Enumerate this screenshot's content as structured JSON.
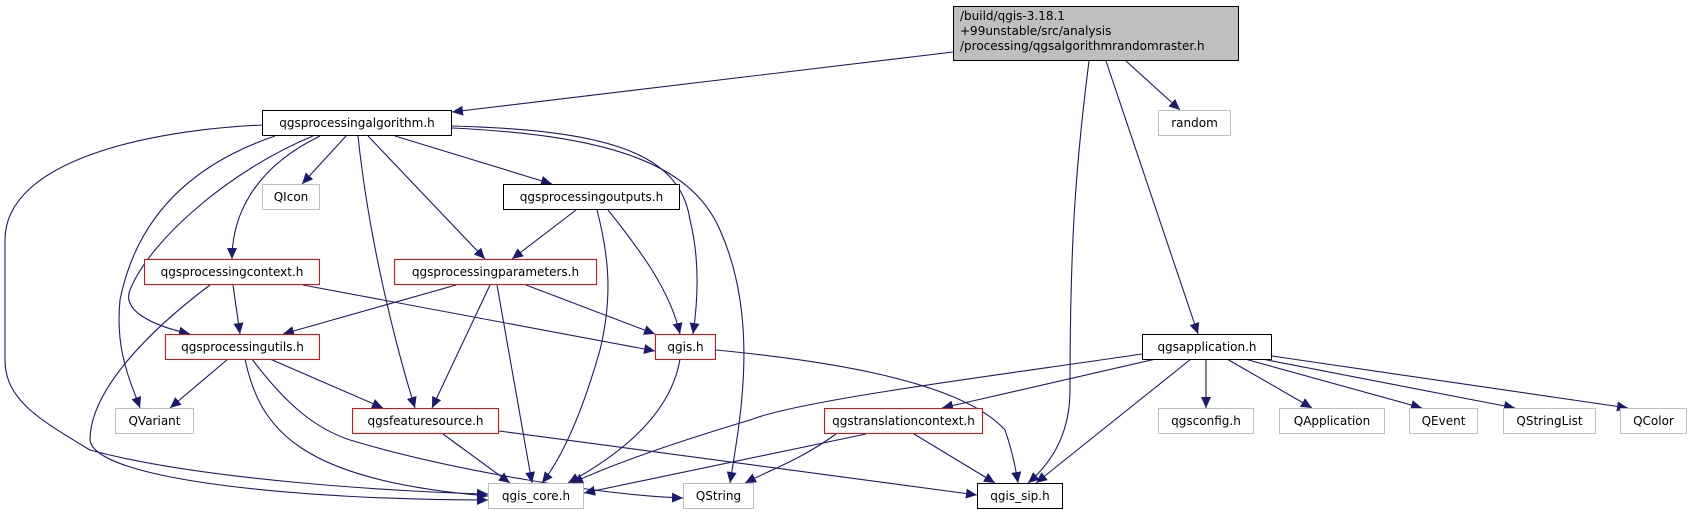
{
  "root": {
    "lines": [
      "/build/qgis-3.18.1",
      "+99unstable/src/analysis",
      "/processing/qgsalgorithmrandomraster.h"
    ]
  },
  "nodes": {
    "algorithm": {
      "label": "qgsprocessingalgorithm.h",
      "kind": "local"
    },
    "random": {
      "label": "random",
      "kind": "system"
    },
    "qicon": {
      "label": "QIcon",
      "kind": "system"
    },
    "outputs": {
      "label": "qgsprocessingoutputs.h",
      "kind": "local"
    },
    "context": {
      "label": "qgsprocessingcontext.h",
      "kind": "partial"
    },
    "parameters": {
      "label": "qgsprocessingparameters.h",
      "kind": "partial"
    },
    "utils": {
      "label": "qgsprocessingutils.h",
      "kind": "partial"
    },
    "qgis": {
      "label": "qgis.h",
      "kind": "partial"
    },
    "qvariant": {
      "label": "QVariant",
      "kind": "system"
    },
    "featuresource": {
      "label": "qgsfeaturesource.h",
      "kind": "partial"
    },
    "qgis_core": {
      "label": "qgis_core.h",
      "kind": "system"
    },
    "qstring": {
      "label": "QString",
      "kind": "system"
    },
    "application": {
      "label": "qgsapplication.h",
      "kind": "local"
    },
    "translation": {
      "label": "qgstranslationcontext.h",
      "kind": "partial"
    },
    "qgis_sip": {
      "label": "qgis_sip.h",
      "kind": "local"
    },
    "qgsconfig": {
      "label": "qgsconfig.h",
      "kind": "system"
    },
    "qapplication": {
      "label": "QApplication",
      "kind": "system"
    },
    "qevent": {
      "label": "QEvent",
      "kind": "system"
    },
    "qstringlist": {
      "label": "QStringList",
      "kind": "system"
    },
    "qcolor": {
      "label": "QColor",
      "kind": "system"
    }
  },
  "edges": [
    [
      "root",
      "algorithm"
    ],
    [
      "root",
      "qgis_sip"
    ],
    [
      "root",
      "random"
    ],
    [
      "root",
      "application"
    ],
    [
      "algorithm",
      "qgis_core"
    ],
    [
      "algorithm",
      "qvariant"
    ],
    [
      "algorithm",
      "utils"
    ],
    [
      "algorithm",
      "context"
    ],
    [
      "algorithm",
      "qgis"
    ],
    [
      "algorithm",
      "qstring"
    ],
    [
      "algorithm",
      "featuresource"
    ],
    [
      "algorithm",
      "parameters"
    ],
    [
      "algorithm",
      "qicon"
    ],
    [
      "algorithm",
      "outputs"
    ],
    [
      "outputs",
      "parameters"
    ],
    [
      "outputs",
      "qgis_core"
    ],
    [
      "outputs",
      "qgis"
    ],
    [
      "context",
      "utils"
    ],
    [
      "context",
      "qgis"
    ],
    [
      "context",
      "qgis_core"
    ],
    [
      "parameters",
      "utils"
    ],
    [
      "parameters",
      "featuresource"
    ],
    [
      "parameters",
      "qgis_core"
    ],
    [
      "parameters",
      "qgis"
    ],
    [
      "utils",
      "qvariant"
    ],
    [
      "utils",
      "featuresource"
    ],
    [
      "utils",
      "qgis_core"
    ],
    [
      "utils",
      "qstring"
    ],
    [
      "qgis",
      "qgis_core"
    ],
    [
      "qgis",
      "qgis_sip"
    ],
    [
      "featuresource",
      "qgis_core"
    ],
    [
      "featuresource",
      "qgis_sip"
    ],
    [
      "application",
      "qgis_core"
    ],
    [
      "application",
      "translation"
    ],
    [
      "application",
      "qgis_sip"
    ],
    [
      "application",
      "qgsconfig"
    ],
    [
      "application",
      "qapplication"
    ],
    [
      "application",
      "qevent"
    ],
    [
      "application",
      "qstringlist"
    ],
    [
      "application",
      "qcolor"
    ],
    [
      "translation",
      "qgis_core"
    ],
    [
      "translation",
      "qstring"
    ],
    [
      "translation",
      "qgis_sip"
    ]
  ],
  "colors": {
    "edge": "#191970",
    "root_fill": "#bfbfbf",
    "partial_border": "#ff0000",
    "system_border": "#bfbfbf"
  }
}
